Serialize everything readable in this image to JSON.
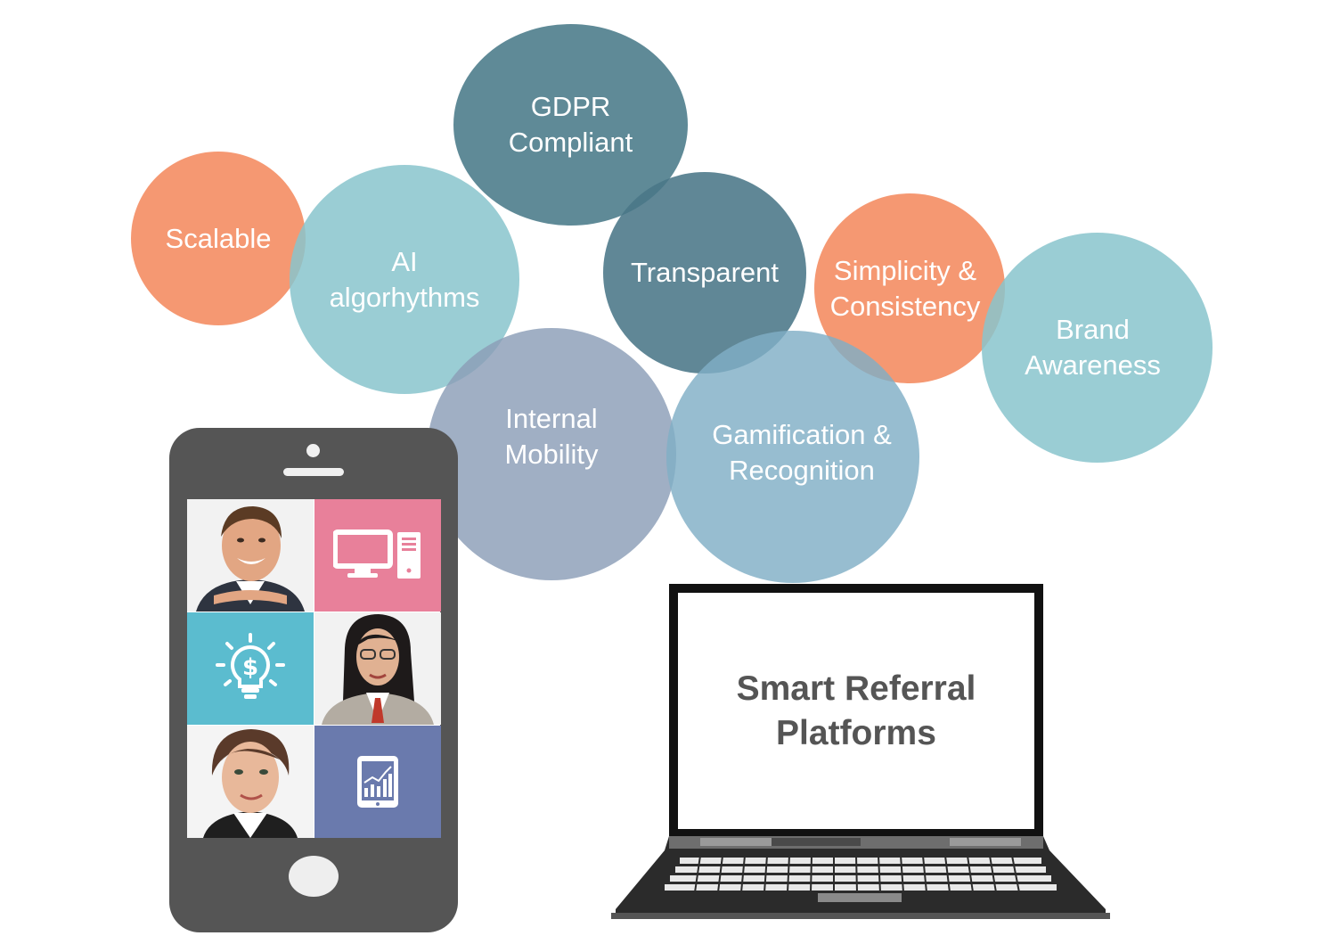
{
  "bubbles": {
    "gdpr": "GDPR\nCompliant",
    "scalable": "Scalable",
    "ai": "AI\nalgorhythms",
    "transparent": "Transparent",
    "simplicity": "Simplicity &\nConsistency",
    "brand": "Brand\nAwareness",
    "internal": "Internal\nMobility",
    "gamification": "Gamification &\nRecognition"
  },
  "laptop": {
    "title": "Smart Referral\nPlatforms"
  },
  "colors": {
    "orange": "#f4926a",
    "light_teal": "#94c9d1",
    "dark_teal": "#4e7d8c",
    "slate": "#97a8bf",
    "steel_blue": "#88b3ca",
    "phone_body": "#555555"
  },
  "phone_tiles": [
    "man-photo",
    "computer-icon",
    "idea-dollar-icon",
    "woman-glasses-photo",
    "woman-photo",
    "tablet-chart-icon"
  ]
}
